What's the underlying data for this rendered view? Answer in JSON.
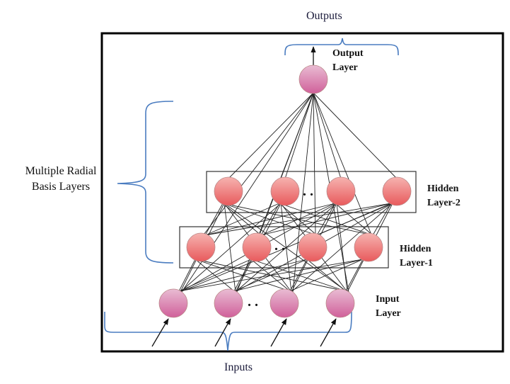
{
  "diagram": {
    "type": "radial-basis-network",
    "labels": {
      "outputs": "Outputs",
      "inputs": "Inputs",
      "multiple_radial": "Multiple Radial",
      "basis_layers": "Basis Layers",
      "output_layer_1": "Output",
      "output_layer_2": "Layer",
      "hidden2_1": "Hidden",
      "hidden2_2": "Layer-2",
      "hidden1_1": "Hidden",
      "hidden1_2": "Layer-1",
      "input_1": "Input",
      "input_2": "Layer"
    },
    "ellipsis": ". .",
    "layers": [
      {
        "name": "Output Layer",
        "nodes": 1
      },
      {
        "name": "Hidden Layer-2",
        "nodes": 4,
        "ellipsis_after": 2
      },
      {
        "name": "Hidden Layer-1",
        "nodes": 4,
        "ellipsis_after": 2
      },
      {
        "name": "Input Layer",
        "nodes": 4,
        "ellipsis_after": 2
      }
    ],
    "colors": {
      "output_node": "#d97aa8",
      "hidden_node": "#ef7f7f",
      "input_node": "#d77fa9",
      "brace": "#4a7cc0",
      "frame": "#000000",
      "edge": "#222222"
    }
  }
}
